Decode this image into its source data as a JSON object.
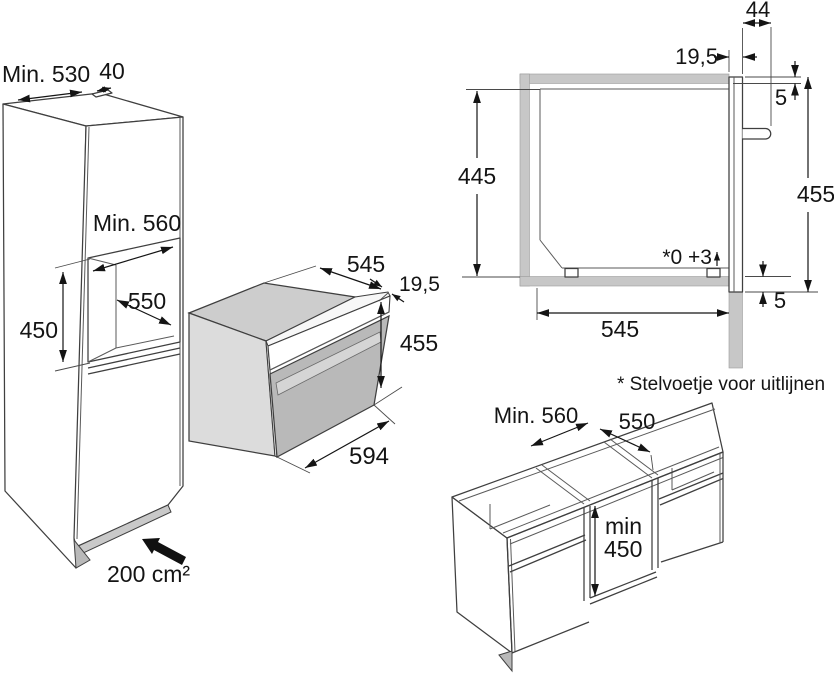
{
  "diagram": {
    "tall_cabinet": {
      "min_depth": "Min. 530",
      "top_gap": "40",
      "niche_width": "Min. 560",
      "niche_depth": "550",
      "niche_height": "450",
      "vent_area": "200 cm²"
    },
    "oven": {
      "depth": "545",
      "protrusion": "19,5",
      "front_height": "455",
      "width": "594"
    },
    "cross_section": {
      "handle_clearance": "44",
      "door_protrusion": "19,5",
      "overlap_top": "5",
      "niche_height": "445",
      "front_height": "455",
      "feet_adjustment": "*0 +3",
      "overlap_bottom": "5",
      "niche_depth": "545",
      "footnote": "* Stelvoetje voor uitlijnen"
    },
    "base_cabinet": {
      "niche_width": "Min. 560",
      "niche_depth": "550",
      "niche_height_label": "min",
      "niche_height_value": "450"
    }
  }
}
